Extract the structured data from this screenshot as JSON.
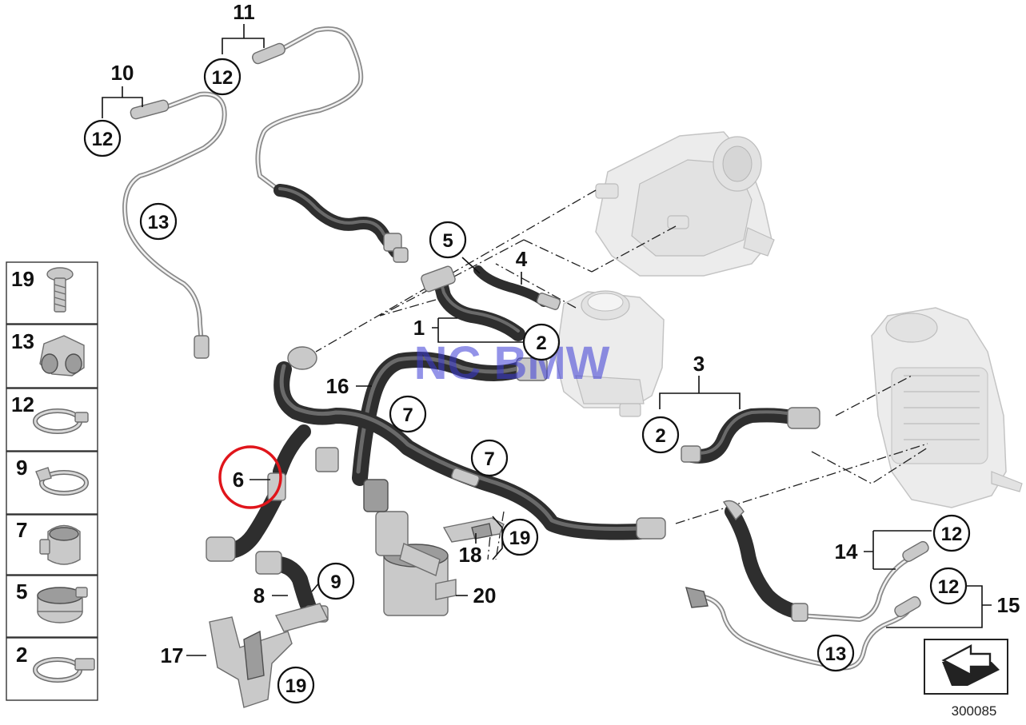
{
  "callouts": {
    "c1": "1",
    "c2a": "2",
    "c2b": "2",
    "c3": "3",
    "c4": "4",
    "c5": "5",
    "c6": "6",
    "c7a": "7",
    "c7b": "7",
    "c8": "8",
    "c9": "9",
    "c10": "10",
    "c11": "11",
    "c12a": "12",
    "c12b": "12",
    "c12c": "12",
    "c12d": "12",
    "c13a": "13",
    "c13b": "13",
    "c14": "14",
    "c15": "15",
    "c16": "16",
    "c17": "17",
    "c18": "18",
    "c19a": "19",
    "c19b": "19",
    "c20": "20"
  },
  "side_panel": {
    "items": [
      "19",
      "13",
      "12",
      "9",
      "7",
      "5",
      "2"
    ]
  },
  "watermark": "NC BMW",
  "diagram_number": "300085",
  "colors": {
    "hose": "#2e2e2e",
    "pipe": "#8a8a8a",
    "ghost_part": "#ececec",
    "highlight_ring": "#e0151b",
    "watermark": "#3b3bd6"
  },
  "icons": {
    "orientation_arrow": "arrow-icon"
  }
}
